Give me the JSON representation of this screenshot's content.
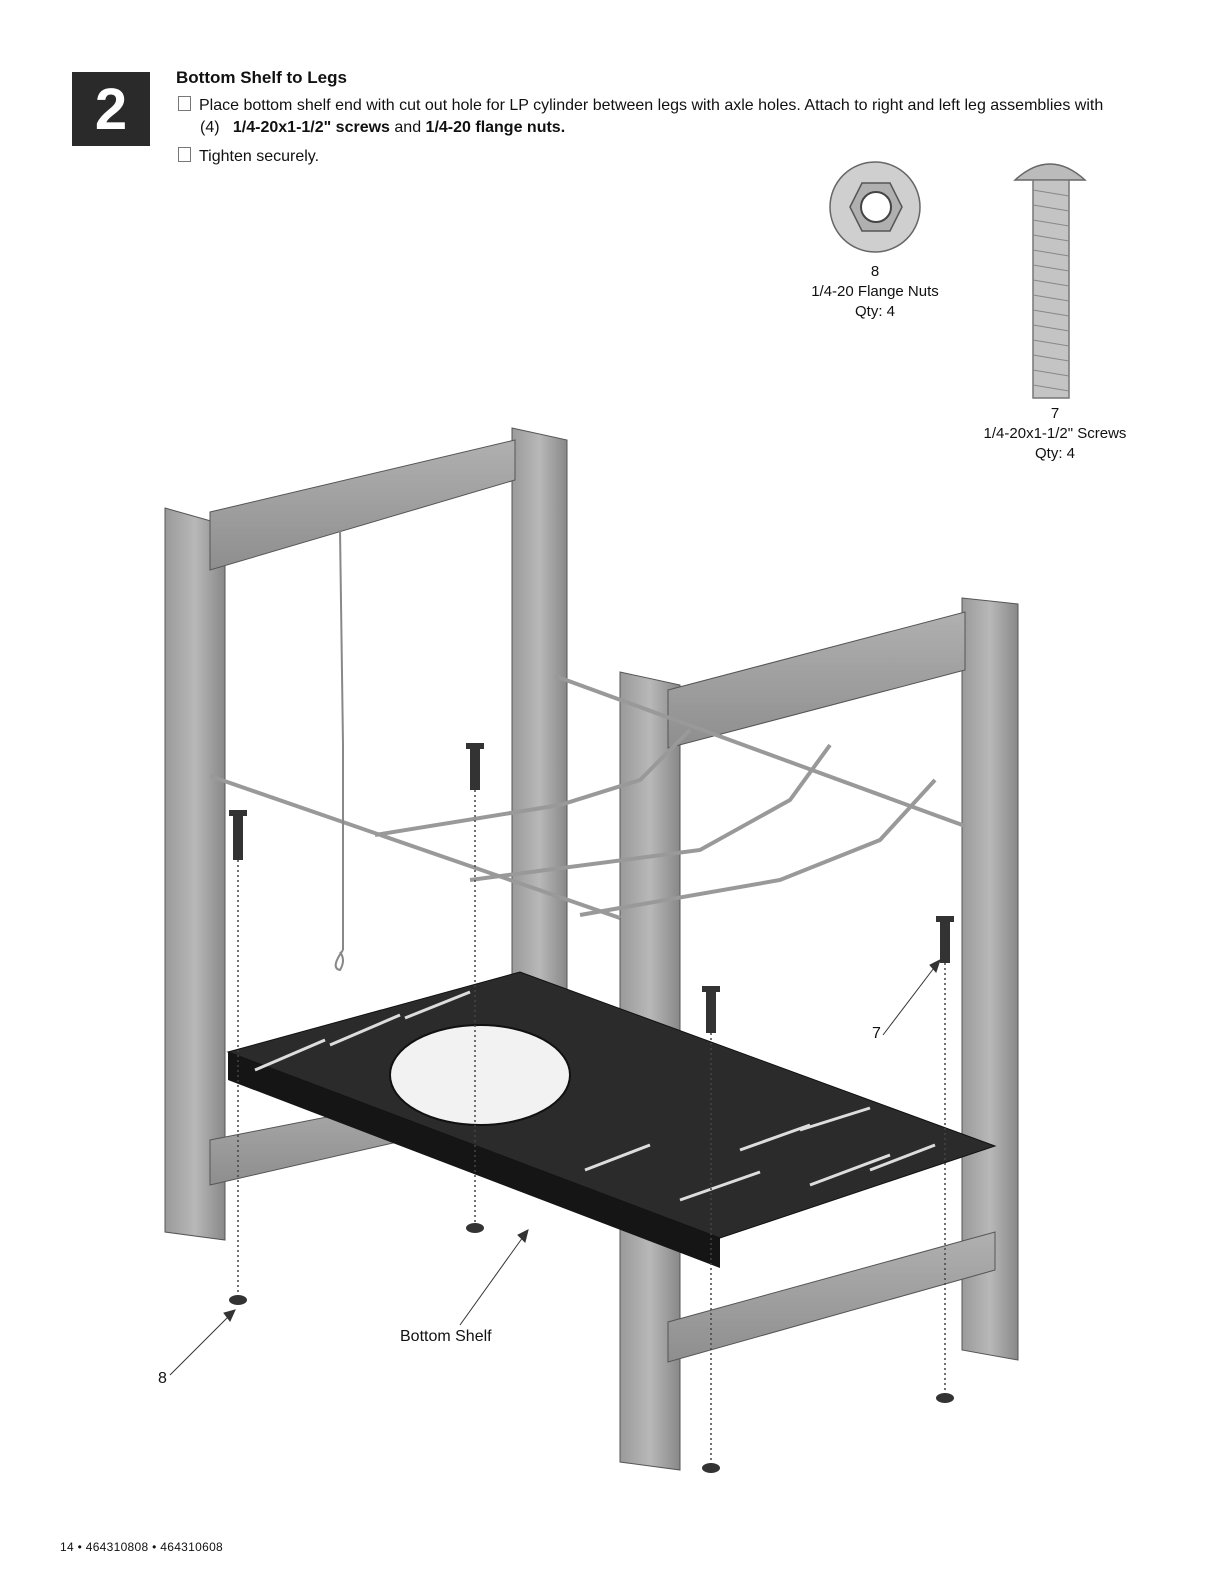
{
  "step": {
    "number": "2",
    "title": "Bottom Shelf to Legs"
  },
  "instructions": {
    "line1_part1": "Place bottom shelf end with cut out hole for LP cylinder between legs with axle holes. Attach to right and left leg assemblies with",
    "line1_qty": "(4)",
    "line1_screws": "1/4-20x1-1/2\" screws",
    "line1_and": "and",
    "line1_nuts": "1/4-20 flange nuts.",
    "line2": "Tighten securely."
  },
  "parts": {
    "nut": {
      "number": "8",
      "name": "1/4-20 Flange Nuts",
      "qty": "Qty: 4"
    },
    "screw": {
      "number": "7",
      "name": "1/4-20x1-1/2\" Screws",
      "qty": "Qty: 4"
    }
  },
  "callouts": {
    "screw": "7",
    "nut": "8",
    "shelf": "Bottom Shelf"
  },
  "footer": "14 • 464310808 • 464310608"
}
